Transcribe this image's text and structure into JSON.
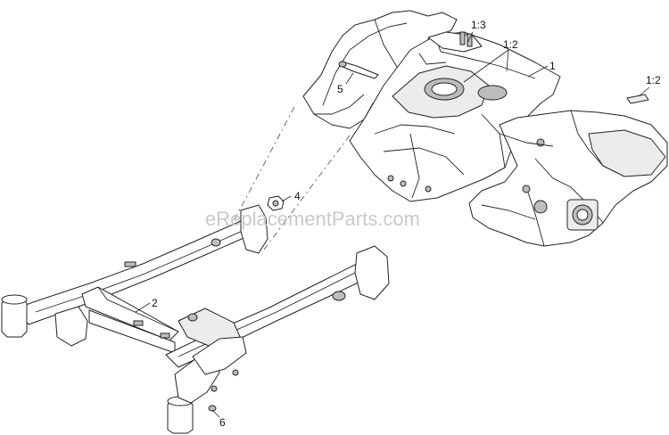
{
  "watermark": "eReplacementParts.com",
  "callouts": [
    {
      "id": "c1",
      "label": "1"
    },
    {
      "id": "c2",
      "label": "2"
    },
    {
      "id": "c4",
      "label": "4"
    },
    {
      "id": "c5",
      "label": "5"
    },
    {
      "id": "c6",
      "label": "6"
    },
    {
      "id": "c13",
      "label": "1:3"
    },
    {
      "id": "c12a",
      "label": "1:2"
    },
    {
      "id": "c12b",
      "label": "1:2"
    }
  ]
}
